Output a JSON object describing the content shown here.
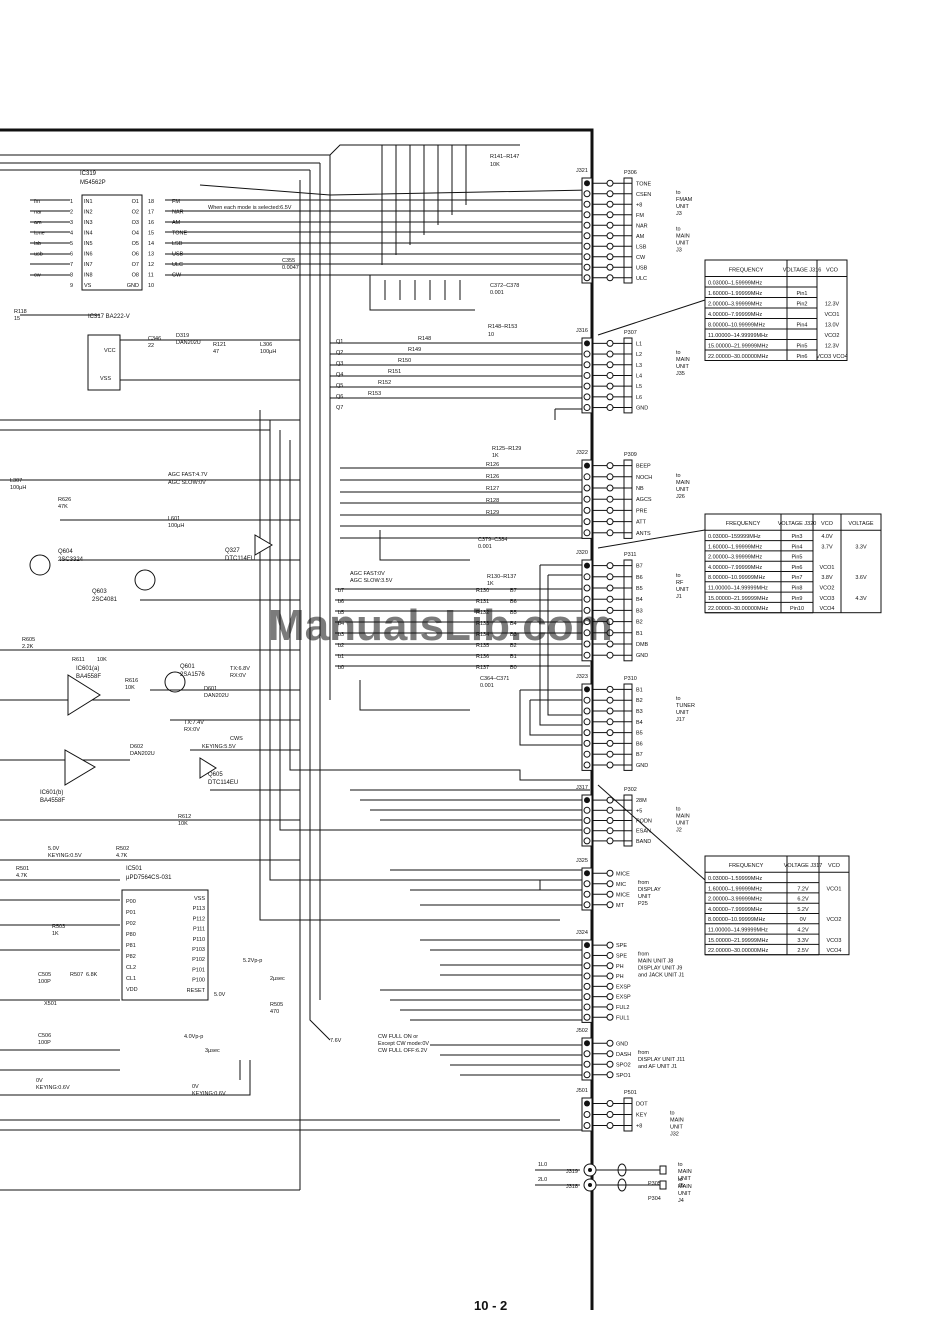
{
  "page_number": "10 - 2",
  "watermark": "ManualsLib.com",
  "ics": {
    "ic319": {
      "ref": "IC319",
      "part": "M54562P",
      "in_pins": [
        "IN1",
        "IN2",
        "IN3",
        "IN4",
        "IN5",
        "IN6",
        "IN7",
        "IN8",
        "VS"
      ],
      "out_pins": [
        "O1",
        "O2",
        "O3",
        "O4",
        "O5",
        "O6",
        "O7",
        "O8",
        "GND"
      ],
      "in_nums": [
        "1",
        "2",
        "3",
        "4",
        "5",
        "6",
        "7",
        "8",
        "9"
      ],
      "out_nums": [
        "18",
        "17",
        "16",
        "15",
        "14",
        "13",
        "12",
        "11",
        "10"
      ],
      "left_signals": [
        "fm",
        "nar",
        "am",
        "tone",
        "lsb",
        "usb",
        "",
        "cw"
      ],
      "right_signals": [
        "FM",
        "NAR",
        "AM",
        "TONE",
        "LSB",
        "USB",
        "ULC",
        "CW"
      ]
    },
    "ic317": {
      "ref": "IC317 BA222-V",
      "vcc": "VCC",
      "vss": "VSS"
    },
    "ic601a": {
      "ref": "IC601(a)",
      "part": "BA4558F"
    },
    "ic601b": {
      "ref": "IC601(b)",
      "part": "BA4558F"
    },
    "ic501": {
      "ref": "IC501",
      "part": "µPD7564CS-031",
      "left_pins": [
        "P00",
        "P01",
        "P02",
        "P80",
        "P81",
        "P82",
        "CL2",
        "CL1",
        "VDD"
      ],
      "right_pins": [
        "VSS",
        "P113",
        "P112",
        "P111",
        "P110",
        "P103",
        "P102",
        "P101",
        "P100",
        "RESET"
      ]
    }
  },
  "transistors": [
    {
      "ref": "Q604",
      "part": "2SC3324"
    },
    {
      "ref": "Q603",
      "part": "2SC4081"
    },
    {
      "ref": "Q601",
      "part": "2SA1576"
    },
    {
      "ref": "Q605",
      "part": "DTC114EU"
    },
    {
      "ref": "Q327",
      "part": "DTC114EU"
    }
  ],
  "annotations": {
    "mode_note": "When each mode is selected:6.5V",
    "agc_fast": "AGC FAST:4.7V",
    "agc_slow": "AGC SLOW:0V",
    "agc_fast2": "AGC FAST:0V",
    "agc_slow2": "AGC SLOW:3.5V",
    "cw_full": "CW FULL ON or",
    "except_cw": "Except CW mode:0V",
    "cw_full_off": "CW FULL OFF:6.2V",
    "keying1": "5.0V",
    "keying1b": "KEYING:0.5V",
    "keying2": "0V",
    "keying2b": "KEYING:0.6V",
    "keying3": "0V",
    "keying3b": "KEYING:0.6V",
    "tx": "TX:6.8V",
    "rx": "RX:0V",
    "tx2": "TX:7.4V",
    "rx2": "RX:0V",
    "keying_cws": "KEYING:5.5V",
    "cws": "CWS",
    "v76": "7.6V",
    "v5": "5.0V",
    "v52": "5.2Vp-p",
    "v40": "4.0Vp-p",
    "t2": "2µsec",
    "t3": "3µsec"
  },
  "components": {
    "r141": "R141–R147",
    "r141v": "10K",
    "r148": "R148–R153",
    "r148v": "10",
    "r125": "R125–R129",
    "r125v": "1K",
    "r130": "R130–R137",
    "r130v": "1K",
    "c372": "C372–C378",
    "c372v": "0.001",
    "c379": "C379–C384",
    "c379v": "0.001",
    "c364": "C364–C371",
    "c364v": "0.001",
    "c355": "C355",
    "c355v": "0.0047",
    "l306": "L306",
    "l306v": "100µH",
    "l307": "L307",
    "l307v": "100µH",
    "l601": "L601",
    "l601v": "100µH",
    "r121": "R121",
    "r121v": "47",
    "c346": "C346",
    "c346v": "22",
    "d319": "D319",
    "d319v": "DAN202U",
    "r118": "R118",
    "r118v": "15",
    "r626": "R626",
    "r626v": "47K",
    "r605": "R605",
    "r605v": "2.2K",
    "r611": "R611",
    "r611v": "10K",
    "r616": "R616",
    "r616v": "10K",
    "r612": "R612",
    "r612v": "10K",
    "r502": "R502",
    "r502v": "4.7K",
    "r501": "R501",
    "r501v": "4.7K",
    "r503": "R503",
    "r503v": "1K",
    "r507": "R507",
    "r507v": "6.8K",
    "r505": "R505",
    "r505v": "470",
    "c505": "C505",
    "c505v": "100P",
    "c506": "C506",
    "c506v": "100P",
    "x501": "X501",
    "d601": "D601",
    "d601v": "DAN202U",
    "d602": "D602",
    "d602v": "DAN202U"
  },
  "connectors": {
    "j321": {
      "ref": "J321",
      "p": "P306",
      "pins": [
        "TONE",
        "CSEN",
        "+8",
        "FM",
        "NAR",
        "AM",
        "LSB",
        "CW",
        "USB",
        "ULC"
      ],
      "dest": [
        "to",
        "FMAM",
        "UNIT",
        "J3"
      ],
      "dest2": [
        "to",
        "MAIN",
        "UNIT",
        "J3"
      ]
    },
    "j316": {
      "ref": "J316",
      "p": "P307",
      "pins": [
        "L1",
        "L2",
        "L3",
        "L4",
        "L5",
        "L6",
        "GND"
      ],
      "dest": [
        "to",
        "MAIN",
        "UNIT",
        "J35"
      ],
      "q": [
        "Q1",
        "Q2",
        "Q3",
        "Q4",
        "Q5",
        "Q6",
        "Q7"
      ],
      "r": [
        "R148",
        "R149",
        "R150",
        "R151",
        "R152",
        "R153"
      ]
    },
    "j322": {
      "ref": "J322",
      "p": "P309",
      "pins": [
        "BEEP",
        "NOCH",
        "NB",
        "AGCS",
        "PRE",
        "ATT",
        "ANTS"
      ],
      "dest": [
        "to",
        "MAIN",
        "UNIT",
        "J26"
      ],
      "r": [
        "R126",
        "R126",
        "R127",
        "R128",
        "R129"
      ]
    },
    "j320": {
      "ref": "J320",
      "p": "P311",
      "pins": [
        "B7",
        "B6",
        "B5",
        "B4",
        "B3",
        "B2",
        "B1",
        "DMB",
        "GND"
      ],
      "dest": [
        "to",
        "RF",
        "UNIT",
        "J1"
      ],
      "b": [
        "b7",
        "b6",
        "b5",
        "b4",
        "b3",
        "b2",
        "b1",
        "b0"
      ],
      "r": [
        "R130",
        "R131",
        "R132",
        "R133",
        "R134",
        "R135",
        "R136",
        "R137"
      ],
      "br": [
        "B7",
        "B6",
        "B5",
        "B4",
        "B3",
        "B2",
        "B1",
        "B0"
      ]
    },
    "j323": {
      "ref": "J323",
      "p": "P310",
      "pins": [
        "B1",
        "B2",
        "B3",
        "B4",
        "B5",
        "B6",
        "B7",
        "GND"
      ],
      "dest": [
        "to",
        "TUNER",
        "UNIT",
        "J17"
      ]
    },
    "j317": {
      "ref": "J317",
      "p": "P302",
      "pins": [
        "28M",
        "+5",
        "PODN",
        "ESAN",
        "BAND"
      ],
      "dest": [
        "to",
        "MAIN",
        "UNIT",
        "J2"
      ]
    },
    "j325": {
      "ref": "J325",
      "pins": [
        "MICE",
        "MIC",
        "MICE",
        "MT"
      ],
      "dest": [
        "from",
        "DISPLAY",
        "UNIT",
        "P25"
      ]
    },
    "j324": {
      "ref": "J324",
      "pins": [
        "SPE",
        "SPE",
        "PH",
        "PH",
        "EXSP",
        "EXSP",
        "FUL2",
        "FUL1"
      ],
      "dest": [
        "from",
        "MAIN UNIT J8",
        "DISPLAY UNIT J9",
        "and JACK UNIT J1"
      ]
    },
    "j502": {
      "ref": "J502",
      "pins": [
        "GND",
        "DASH",
        "SPO2",
        "SPO1"
      ],
      "dest": [
        "from",
        "DISPLAY UNIT J11",
        "and AF UNIT J1"
      ]
    },
    "j501": {
      "ref": "J501",
      "p": "P501",
      "pins": [
        "DOT",
        "KEY",
        "+8"
      ],
      "dest": [
        "to",
        "MAIN",
        "UNIT",
        "J32"
      ]
    },
    "j319": {
      "ref": "J319",
      "p": "P305",
      "sig": "1L0",
      "dest": [
        "to",
        "MAIN",
        "UNIT",
        "J5"
      ]
    },
    "j318": {
      "ref": "J318",
      "p": "P304",
      "sig": "2L0",
      "dest": [
        "to",
        "MAIN",
        "UNIT",
        "J4"
      ]
    }
  },
  "tables": {
    "t316": {
      "headers": [
        "FREQUENCY",
        "VOLTAGE J316",
        "VCO"
      ],
      "rows": [
        [
          "0.03000–1.59999MHz",
          "",
          ""
        ],
        [
          "1.60000–1.99999MHz",
          "Pin1",
          ""
        ],
        [
          "2.00000–3.99999MHz",
          "Pin2",
          "12.3V"
        ],
        [
          "4.00000–7.99999MHz",
          "",
          "VCO1"
        ],
        [
          "8.00000–10.99999MHz",
          "Pin4",
          "13.0V"
        ],
        [
          "11.00000–14.99999MHz",
          "",
          "VCO2"
        ],
        [
          "15.00000–21.99999MHz",
          "Pin5",
          "12.3V"
        ],
        [
          "22.00000–30.00000MHz",
          "Pin6",
          "VCO3 VCO4"
        ]
      ]
    },
    "t320": {
      "headers": [
        "FREQUENCY",
        "VOLTAGE J320",
        "VCO",
        "VOLTAGE"
      ],
      "rows": [
        [
          "0.03000–159999MHz",
          "Pin3",
          "4.0V",
          ""
        ],
        [
          "1.60000–1.99999MHz",
          "Pin4",
          "3.7V",
          "3.3V"
        ],
        [
          "2.00000–3.99999MHz",
          "Pin5",
          "",
          ""
        ],
        [
          "4.00000–7.99999MHz",
          "Pin6",
          "VCO1",
          ""
        ],
        [
          "8.00000–10.99999MHz",
          "Pin7",
          "3.8V",
          "3.6V"
        ],
        [
          "11.00000–14.99999MHz",
          "Pin8",
          "VCO2",
          ""
        ],
        [
          "15.00000–21.99999MHz",
          "Pin9",
          "VCO3",
          "4.3V"
        ],
        [
          "22.00000–30.00000MHz",
          "Pin10",
          "VCO4",
          ""
        ]
      ]
    },
    "t317": {
      "headers": [
        "FREQUENCY",
        "VOLTAGE J317",
        "VCO"
      ],
      "rows": [
        [
          "0.03000–1.59999MHz",
          "",
          ""
        ],
        [
          "1.60000–1.99999MHz",
          "7.2V",
          "VCO1"
        ],
        [
          "2.00000–3.99999MHz",
          "6.2V",
          ""
        ],
        [
          "4.00000–7.99999MHz",
          "5.2V",
          ""
        ],
        [
          "8.00000–10.99999MHz",
          "0V",
          "VCO2"
        ],
        [
          "11.00000–14.99999MHz",
          "4.2V",
          ""
        ],
        [
          "15.00000–21.99999MHz",
          "3.3V",
          "VCO3"
        ],
        [
          "22.00000–30.00000MHz",
          "2.5V",
          "VCO4"
        ]
      ]
    }
  }
}
